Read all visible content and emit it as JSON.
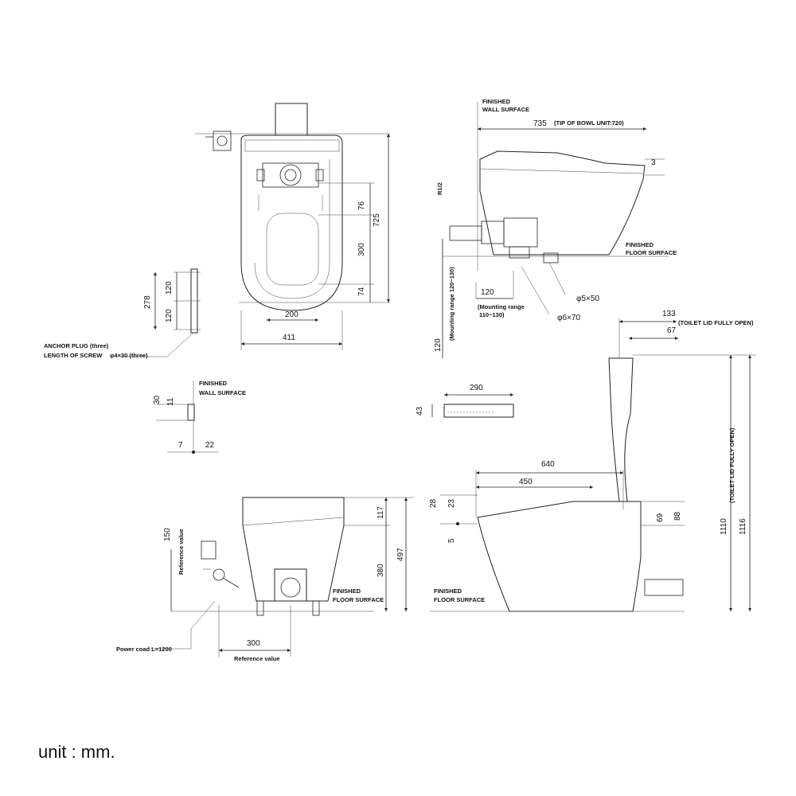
{
  "top_view": {
    "width": "411",
    "depth": "725",
    "d76": "76",
    "d300": "300",
    "d74": "74",
    "d200": "200"
  },
  "anchor": {
    "d278": "278",
    "d120a": "120",
    "d120b": "120",
    "note1": "ANCHOR PLUG (three)",
    "note2": "LENGTH OF SCREW",
    "screw": "φ4×30 (three)"
  },
  "side_view": {
    "wall": "FINISHED",
    "wall2": "WALL SURFACE",
    "d735": "735",
    "tip": "(TIP OF BOWL UNIT:720)",
    "d3": "3",
    "r12": "R1/2",
    "floor": "FINISHED",
    "floor2": "FLOOR SURFACE",
    "d120": "120",
    "mount1": "(Mounting range",
    "mount2": "110~130)",
    "mount_v": "(Mounting range 120~130)",
    "v120": "120",
    "phi5": "φ5×50",
    "phi6": "φ6×70"
  },
  "wall_detail": {
    "wall": "FINISHED",
    "wall2": "WALL SURFACE",
    "d30": "30",
    "d11": "11",
    "d7": "7",
    "d22": "22"
  },
  "remote": {
    "w": "290",
    "h": "43"
  },
  "front_view": {
    "d150": "150",
    "ref": "Reference value",
    "d117": "117",
    "d380": "380",
    "d497": "497",
    "floor": "FINISHED",
    "floor2": "FLOOR SURFACE",
    "power": "Power coad  L=1200",
    "d300": "300",
    "ref2": "Reference value"
  },
  "right_view": {
    "d133": "133",
    "d67": "67",
    "lid": "(TOILET LID FULLY OPEN)",
    "d640": "640",
    "d450": "450",
    "d28": "28",
    "d23": "23",
    "d5": "5",
    "d69": "69",
    "d88": "88",
    "d1110": "1110",
    "d1116": "1116",
    "lid_v": "(TOILET LID FULLY OPEN)",
    "floor": "FINISHED",
    "floor2": "FLOOR SURFACE"
  },
  "unit_label": "unit : mm."
}
